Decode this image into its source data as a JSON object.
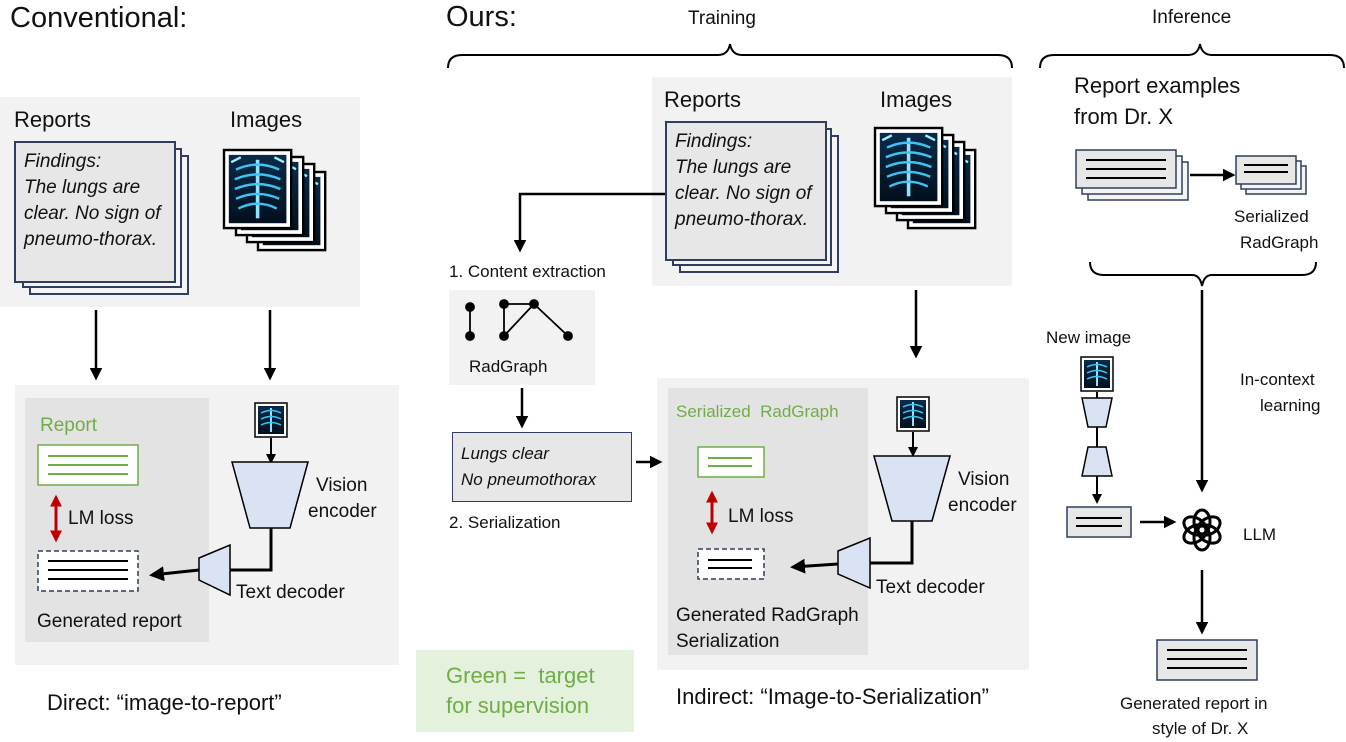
{
  "conventional": {
    "title": "Conventional:",
    "reports_label": "Reports",
    "images_label": "Images",
    "report_lines": [
      "Findings:",
      "The lungs are",
      "clear. No sign of",
      "pneumo-thorax."
    ],
    "report_target_label": "Report",
    "loss_label": "LM loss",
    "encoder_label_1": "Vision",
    "encoder_label_2": "encoder",
    "decoder_label": "Text decoder",
    "generated_label": "Generated report",
    "caption": "Direct: “image-to-report”"
  },
  "ours": {
    "title": "Ours:",
    "training_label": "Training",
    "reports_label": "Reports",
    "images_label": "Images",
    "report_lines": [
      "Findings:",
      "The lungs are",
      "clear. No sign of",
      "pneumo-thorax."
    ],
    "step1_label": "1. Content extraction",
    "radgraph_label": "RadGraph",
    "serialized_lines": [
      "Lungs clear",
      "No pneumothorax"
    ],
    "step2_label": "2. Serialization",
    "target_label": "Serialized  RadGraph",
    "loss_label": "LM loss",
    "encoder_label_1": "Vision",
    "encoder_label_2": "encoder",
    "decoder_label": "Text decoder",
    "generated_label_1": "Generated RadGraph",
    "generated_label_2": "Serialization",
    "caption": "Indirect: “Image-to-Serialization”",
    "legend_line_1": "Green =  target",
    "legend_line_2": "for supervision"
  },
  "inference": {
    "title": "Inference",
    "examples_line_1": "Report examples",
    "examples_line_2": "from Dr. X",
    "serialized_line_1": "Serialized",
    "serialized_line_2": "RadGraph",
    "new_image_label": "New image",
    "icl_line_1": "In-context",
    "icl_line_2": "learning",
    "llm_label": "LLM",
    "output_line_1": "Generated report in",
    "output_line_2": "style of Dr. X"
  },
  "colors": {
    "panel": "#f2f2f2",
    "inner_panel": "#e3e3e3",
    "green": "#70ad47",
    "funnel_fill": "#dae3f3",
    "dark_red": "#c00000",
    "navy": "#2f3e5c"
  }
}
